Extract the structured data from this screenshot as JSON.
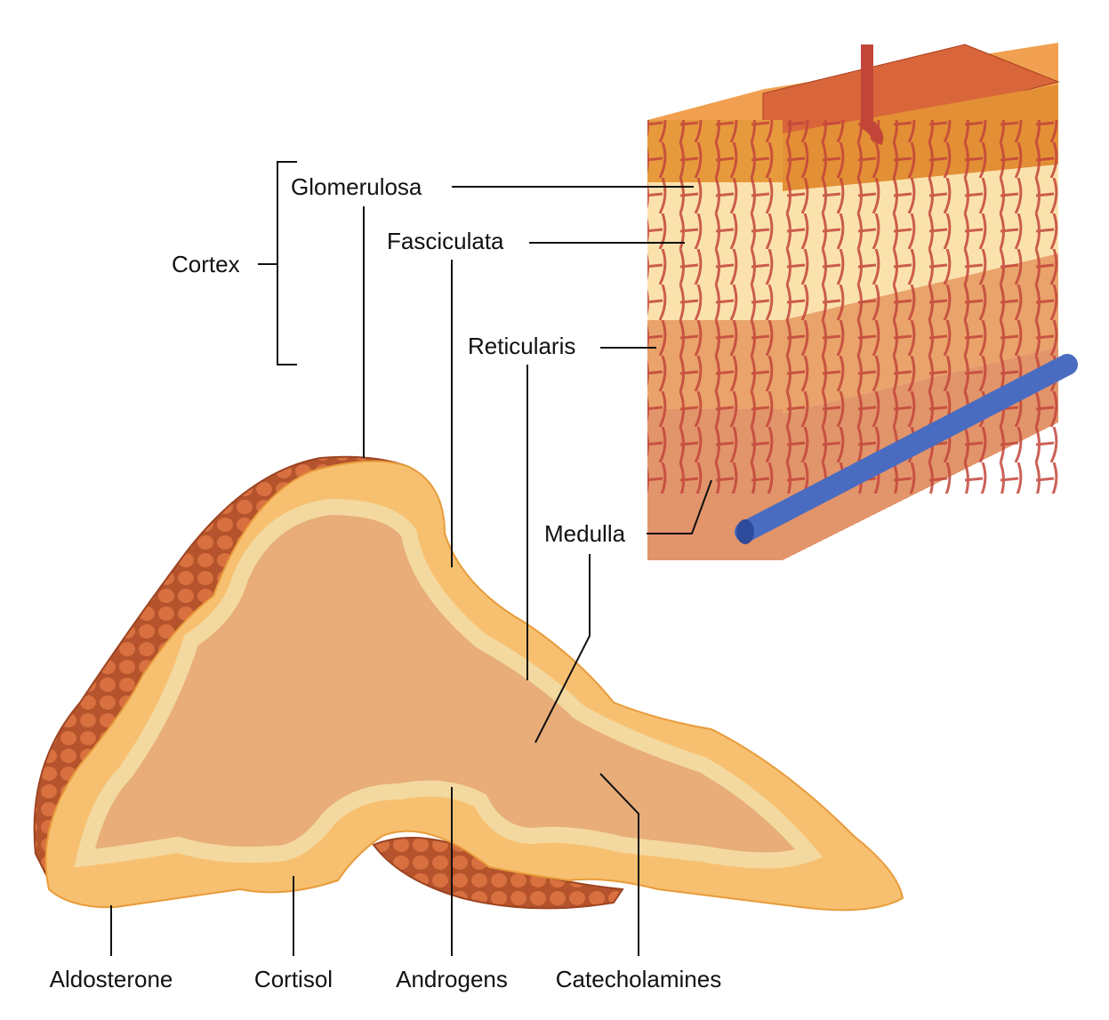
{
  "labels": {
    "cortex": "Cortex",
    "glomerulosa": "Glomerulosa",
    "fasciculata": "Fasciculata",
    "reticularis": "Reticularis",
    "medulla": "Medulla",
    "aldosterone": "Aldosterone",
    "cortisol": "Cortisol",
    "androgens": "Androgens",
    "catecholamines": "Catecholamines"
  },
  "colors": {
    "capsule": "#c8643a",
    "glomerulosa": "#e79a3c",
    "fasciculata": "#fbe2ad",
    "reticularis": "#eaa36a",
    "medulla": "#e8ad78",
    "cortex_band": "#f7c070",
    "artery": "#c2453a",
    "vein": "#4a6cc0"
  }
}
